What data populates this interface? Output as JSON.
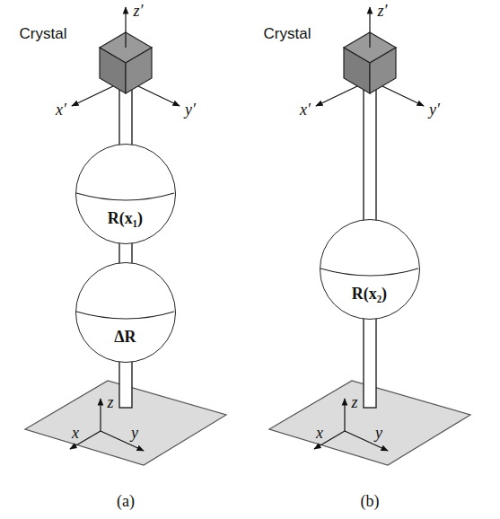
{
  "diagram": {
    "nodes": [
      {
        "text": [
          "R(x₁)"
        ]
      },
      {
        "text": [
          "ΔR"
        ]
      },
      {
        "text": [
          "R(x₂)"
        ]
      }
    ],
    "edges": [
      {
        "from": 0,
        "to": 1,
        "arrow": "none"
      }
    ],
    "labels": [
      "Crystal",
      "z′",
      "x′",
      "y′",
      "z",
      "x",
      "y",
      "(a)",
      "Crystal",
      "z′",
      "x′",
      "y′",
      "z",
      "x",
      "y",
      "(b)"
    ]
  }
}
